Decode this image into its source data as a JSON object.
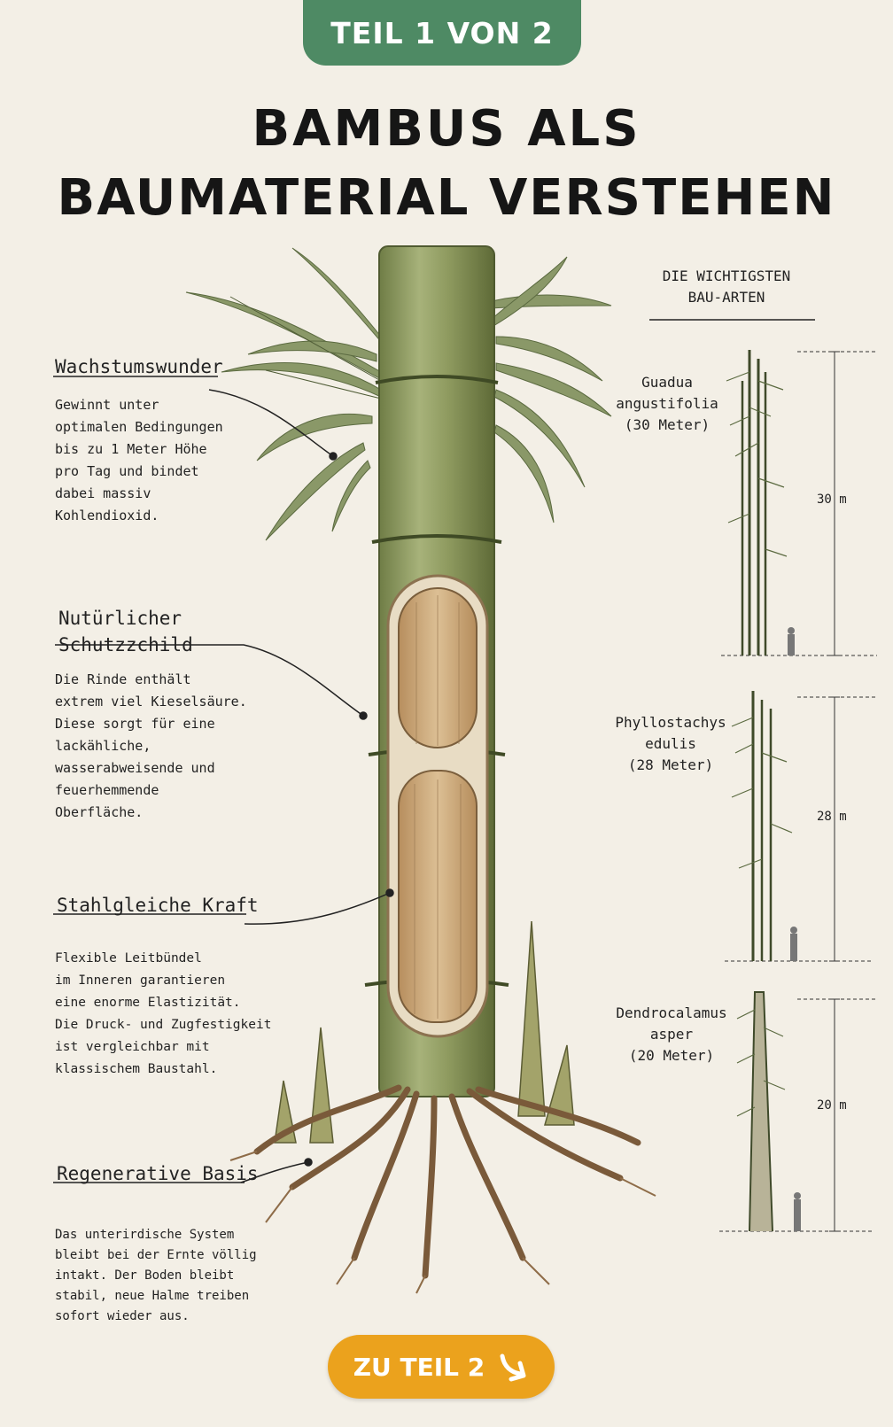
{
  "badge": {
    "label": "TEIL 1 VON 2"
  },
  "title": {
    "line1": "BAMBUS ALS",
    "line2": "BAUMATERIAL VERSTEHEN"
  },
  "sections": [
    {
      "heading": "Wachstumswunder",
      "text": "Gewinnt unter\noptimalen Bedingungen\nbis zu 1 Meter Höhe\npro Tag und bindet\ndabei massiv\nKohlendioxid."
    },
    {
      "heading": "Nutürlicher\nSchutzzchild",
      "text": "Die Rinde enthält\nextrem viel Kieselsäure.\nDiese sorgt für eine\nlackähliche,\nwasserabweisende und\nfeuerhemmende\nOberfläche."
    },
    {
      "heading": "Stahlgleiche Kraft",
      "text": "Flexible Leitbündel\nim Inneren garantieren\neine enorme Elastizität.\nDie Druck- und Zugfestigkeit\nist vergleichbar mit\nklassischem Baustahl."
    },
    {
      "heading": "Regenerative Basis",
      "text": "Das unterirdische System\nbleibt bei der Ernte völlig\nintakt. Der Boden bleibt\nstabil, neue Halme treiben\nsofort wieder aus."
    }
  ],
  "species_panel": {
    "header": "DIE WICHTIGSTEN\nBAU-ARTEN",
    "items": [
      {
        "name": "Guadua\nangustifolia\n(30 Meter)",
        "height_label": "30 m"
      },
      {
        "name": "Phyllostachys\nedulis\n(28 Meter)",
        "height_label": "28 m"
      },
      {
        "name": "Dendrocalamus\nasper\n(20 Meter)",
        "height_label": "20 m"
      }
    ]
  },
  "cta": {
    "label": "ZU TEIL 2",
    "icon": "arrow-down-right-icon"
  },
  "colors": {
    "badge": "#4e8a64",
    "cta": "#eba21d",
    "background": "#f3efe6",
    "culm": "#8b9a5a"
  }
}
